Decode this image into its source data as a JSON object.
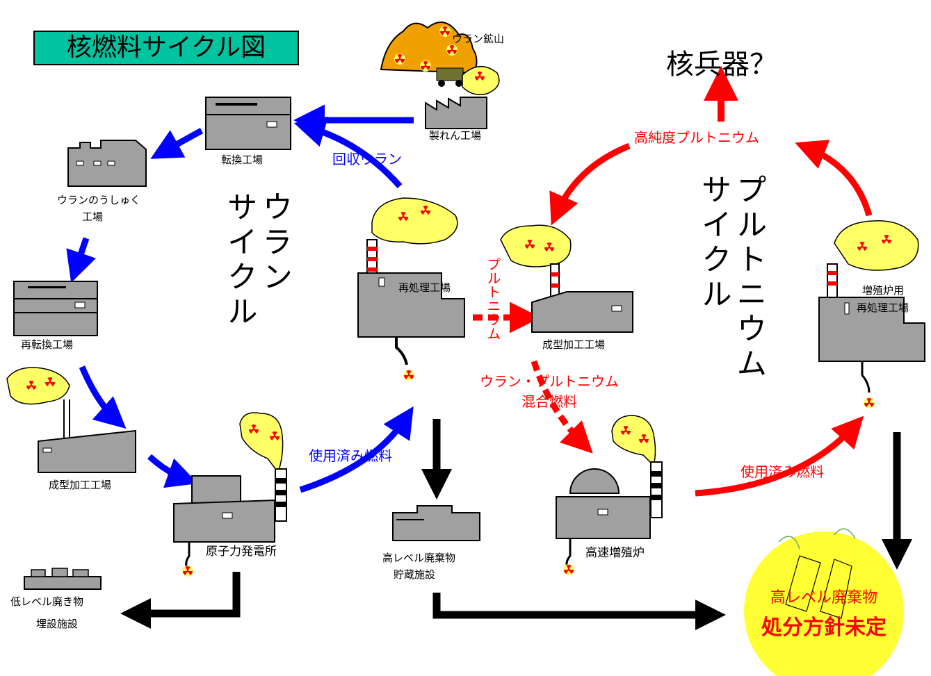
{
  "title": "核燃料サイクル図",
  "nuclear_weapons": "核兵器？",
  "uranium_cycle": "ウラン\nサイクル",
  "plutonium_cycle": "プルトニウム\nサイクル",
  "facilities": {
    "mine": "ウラン鉱山",
    "refinery": "製れん工場",
    "conversion": "転換工場",
    "enrichment_line1": "ウランのうしゅく",
    "enrichment_line2": "工場",
    "reconversion": "再転換工場",
    "fabrication_left": "成型加工工場",
    "power_plant": "原子力発電所",
    "llw_line1": "低レベル廃き物",
    "llw_line2": "埋設施設",
    "reprocessing": "再処理工場",
    "hlw_storage_line1": "高レベル廃棄物",
    "hlw_storage_line2": "貯蔵施設",
    "fabrication_right": "成型加工工場",
    "fbr": "高速増殖炉",
    "breeder_reprocessing_line1": "増殖炉用",
    "breeder_reprocessing_line2": "再処理工場",
    "hlw_disposal_line1": "高レベル廃棄物",
    "hlw_disposal_line2": "処分方針未定"
  },
  "flows": {
    "recovered_uranium": "回収ウラン",
    "spent_fuel_blue": "使用済み燃料",
    "plutonium": "プルトニウム",
    "mox_line1": "ウラン・プルトニウム",
    "mox_line2": "混合燃料",
    "high_purity_pu": "高純度プルトニウム",
    "spent_fuel_red": "使用済み燃料"
  },
  "colors": {
    "title_bg": "#00c4a0",
    "uranium_flow": "#0000ff",
    "plutonium_flow": "#ff0000",
    "waste_flow": "#000000",
    "building": "#a0a0a0",
    "smoke": "#ffff66",
    "radiation": "#ff0000",
    "hlw_circle": "#ffff33",
    "mine": "#f0a000"
  }
}
